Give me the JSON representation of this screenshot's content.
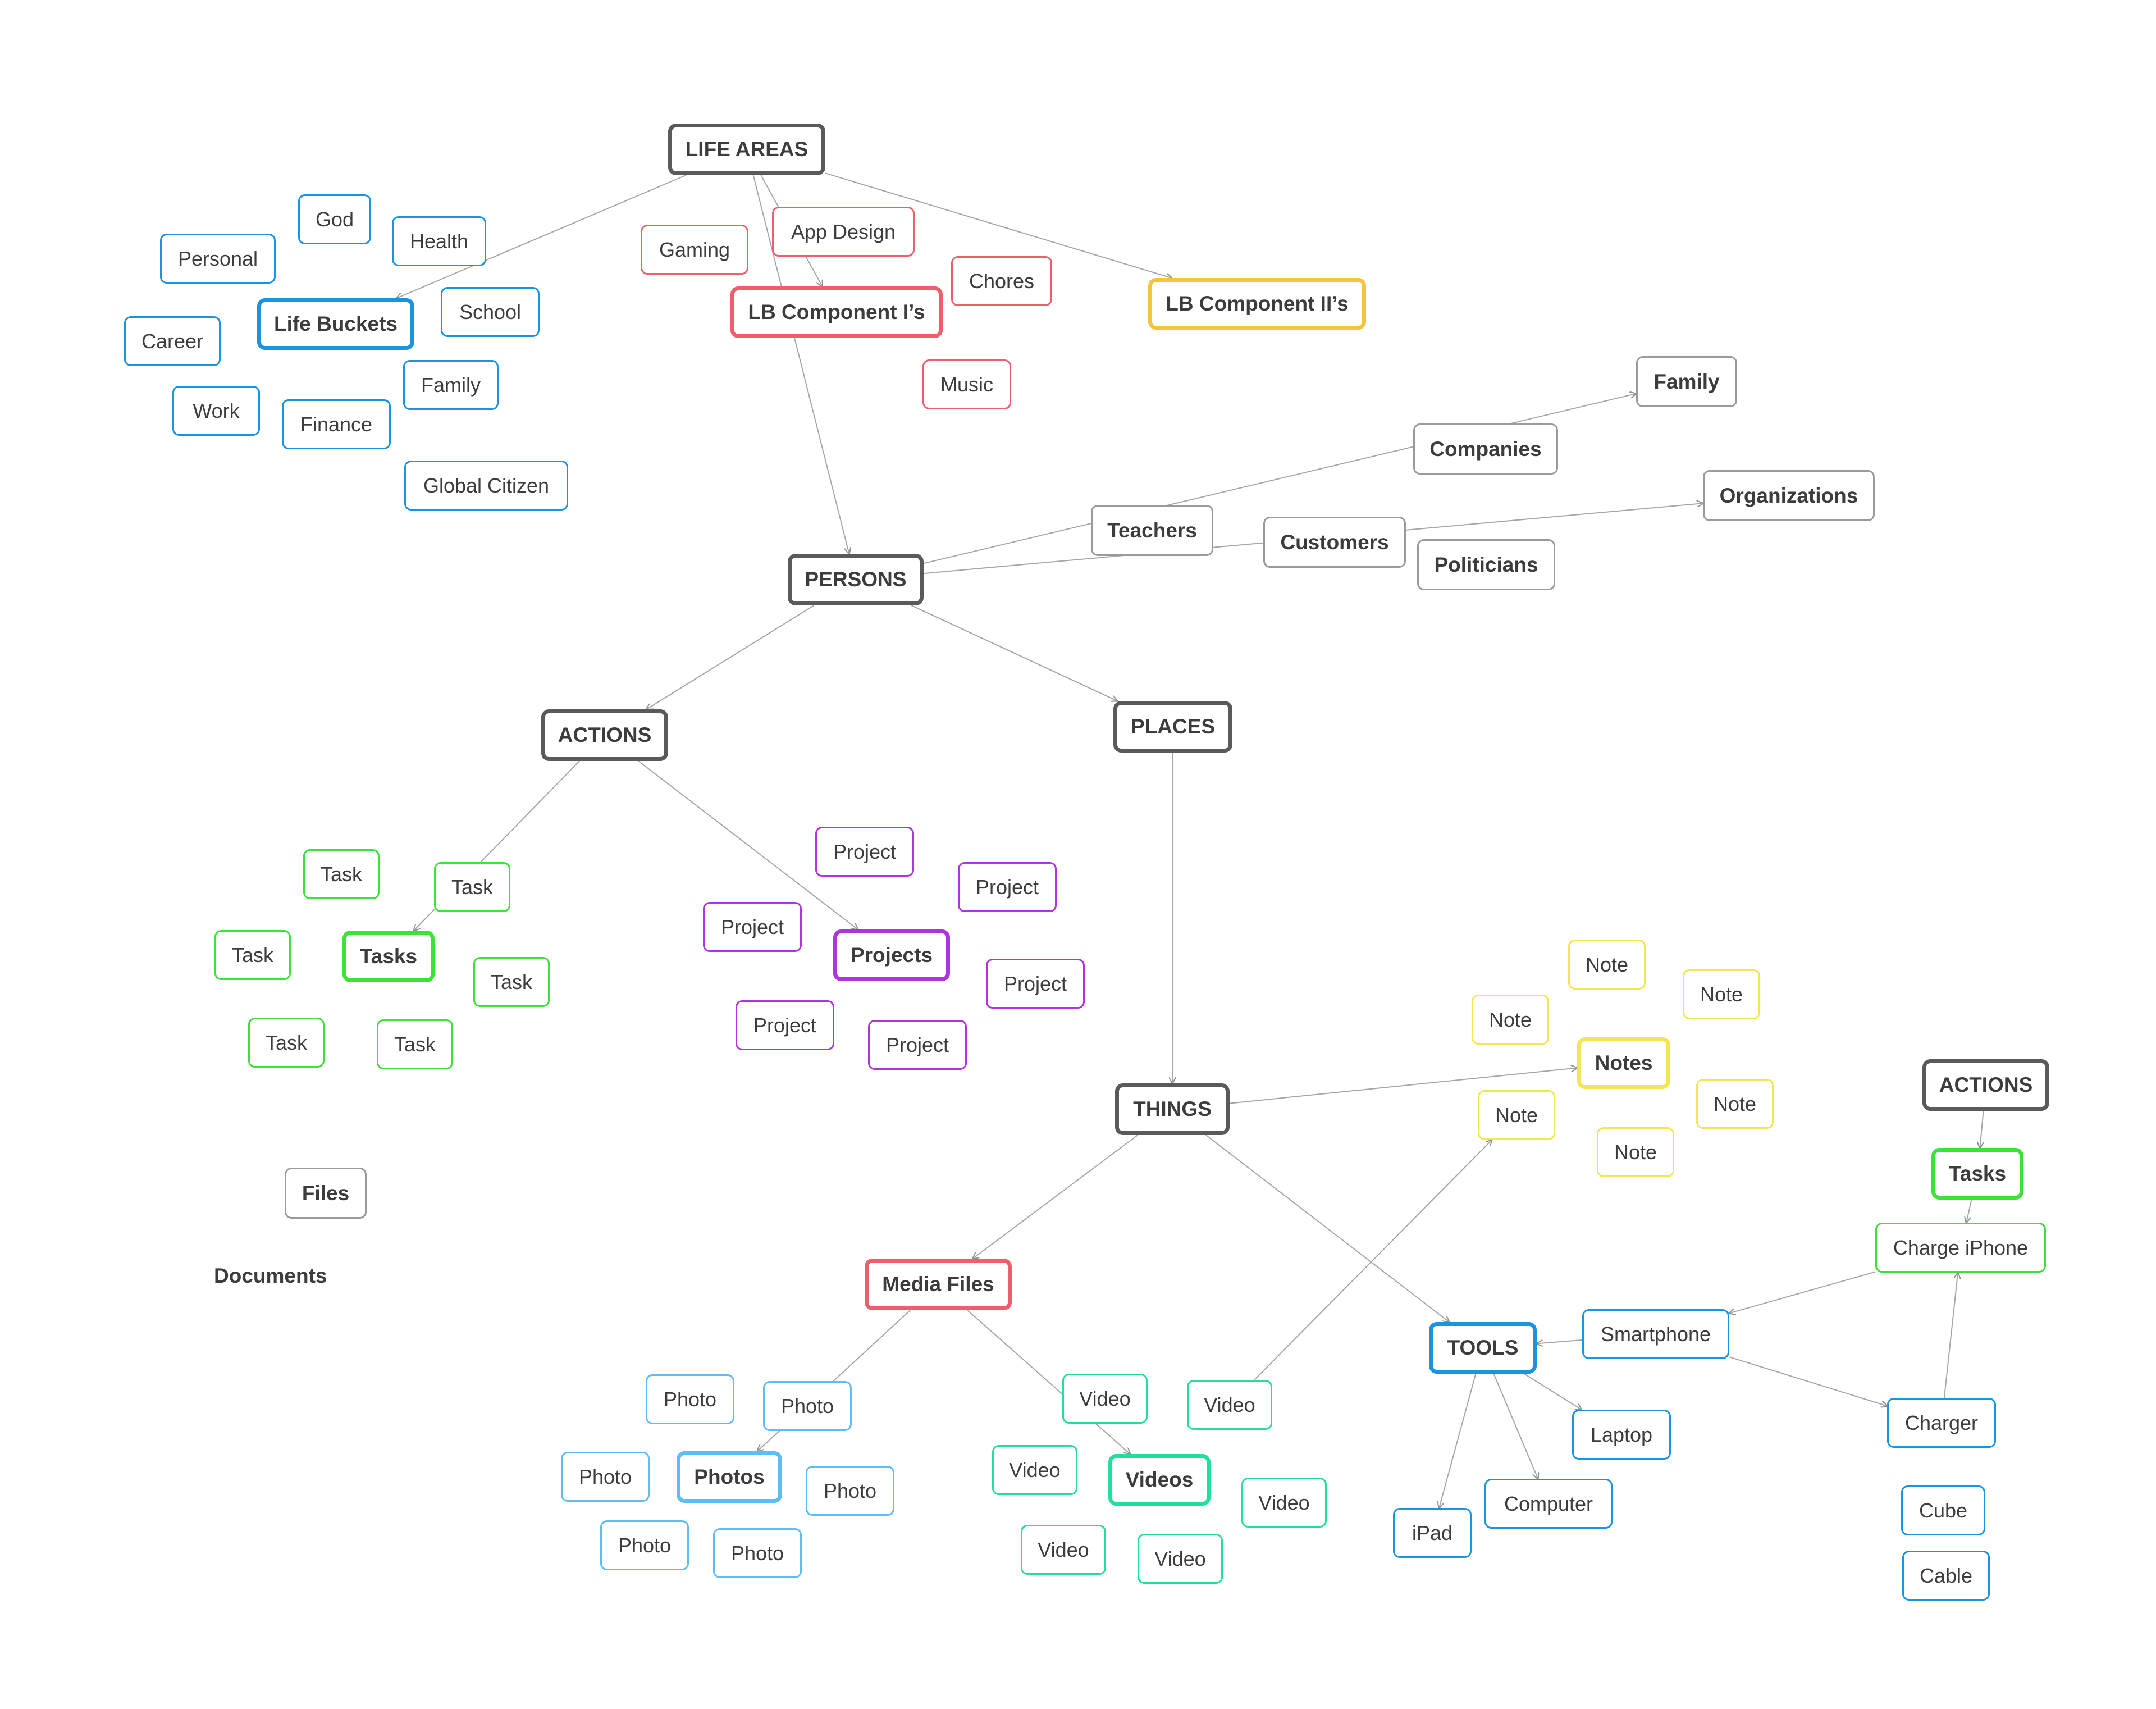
{
  "diagram": {
    "nodes": {
      "life_areas": "LIFE AREAS",
      "god": "God",
      "health": "Health",
      "personal": "Personal",
      "life_buckets": "Life Buckets",
      "school": "School",
      "career": "Career",
      "family_blue": "Family",
      "work": "Work",
      "finance": "Finance",
      "global_citizen": "Global Citizen",
      "gaming": "Gaming",
      "app_design": "App Design",
      "chores": "Chores",
      "lb_component_1": "LB Component I’s",
      "music": "Music",
      "lb_component_2": "LB Component II’s",
      "family_gray": "Family",
      "companies": "Companies",
      "organizations": "Organizations",
      "teachers": "Teachers",
      "customers": "Customers",
      "politicians": "Politicians",
      "persons": "PERSONS",
      "actions": "ACTIONS",
      "places": "PLACES",
      "task_1": "Task",
      "task_2": "Task",
      "task_3": "Task",
      "tasks": "Tasks",
      "task_4": "Task",
      "task_5": "Task",
      "task_6": "Task",
      "project_1": "Project",
      "project_2": "Project",
      "project_3": "Project",
      "projects": "Projects",
      "project_4": "Project",
      "project_5": "Project",
      "project_6": "Project",
      "note_1": "Note",
      "note_2": "Note",
      "note_3": "Note",
      "notes": "Notes",
      "note_4": "Note",
      "note_5": "Note",
      "note_6": "Note",
      "things": "THINGS",
      "actions_2": "ACTIONS",
      "tasks_2": "Tasks",
      "charge_iphone": "Charge iPhone",
      "files": "Files",
      "documents": "Documents",
      "media_files": "Media Files",
      "tools": "TOOLS",
      "smartphone": "Smartphone",
      "laptop": "Laptop",
      "charger": "Charger",
      "ipad": "iPad",
      "computer": "Computer",
      "cube": "Cube",
      "cable": "Cable",
      "photo_1": "Photo",
      "photo_2": "Photo",
      "photo_3": "Photo",
      "photos": "Photos",
      "photo_4": "Photo",
      "photo_5": "Photo",
      "photo_6": "Photo",
      "video_1": "Video",
      "video_2": "Video",
      "video_3": "Video",
      "videos": "Videos",
      "video_4": "Video",
      "video_5": "Video",
      "video_6": "Video"
    },
    "edges": [
      [
        "life_areas",
        "life_buckets"
      ],
      [
        "life_areas",
        "lb_component_1"
      ],
      [
        "life_areas",
        "lb_component_2"
      ],
      [
        "life_areas",
        "persons"
      ],
      [
        "persons",
        "family_gray"
      ],
      [
        "persons",
        "organizations"
      ],
      [
        "persons",
        "actions"
      ],
      [
        "persons",
        "places"
      ],
      [
        "actions",
        "tasks"
      ],
      [
        "actions",
        "projects"
      ],
      [
        "places",
        "things"
      ],
      [
        "things",
        "notes"
      ],
      [
        "things",
        "media_files"
      ],
      [
        "things",
        "tools"
      ],
      [
        "video_1",
        "note_4"
      ],
      [
        "media_files",
        "photos"
      ],
      [
        "media_files",
        "videos"
      ],
      [
        "smartphone",
        "tools"
      ],
      [
        "tools",
        "laptop"
      ],
      [
        "tools",
        "ipad"
      ],
      [
        "tools",
        "computer"
      ],
      [
        "smartphone",
        "charger"
      ],
      [
        "charge_iphone",
        "smartphone"
      ],
      [
        "charger",
        "charge_iphone"
      ],
      [
        "actions_2",
        "tasks_2"
      ],
      [
        "tasks_2",
        "charge_iphone"
      ]
    ]
  }
}
